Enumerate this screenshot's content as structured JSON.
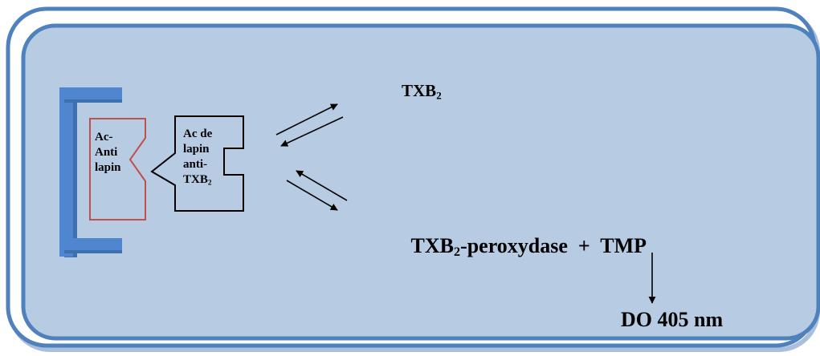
{
  "diagram": {
    "colors": {
      "panel_fill": "#b7cbe3",
      "frame_blue": "#4f81bd",
      "plate_blue": "#4a7ec4",
      "primary_antibody_outline": "#c0504d",
      "arrow": "#000000"
    },
    "primary_antibody": {
      "line1": "Ac-",
      "line2": "Anti",
      "line3": "lapin"
    },
    "secondary_antibody": {
      "line1": "Ac de",
      "line2": "lapin",
      "line3": "anti-",
      "line4_main": "TXB",
      "line4_sub": "2"
    },
    "free_analyte": {
      "main": "TXB",
      "sub": "2"
    },
    "tracer": {
      "main": "TXB",
      "sub": "2",
      "rest": "-peroxydase  +  TMP"
    },
    "readout": "DO 405 nm"
  }
}
